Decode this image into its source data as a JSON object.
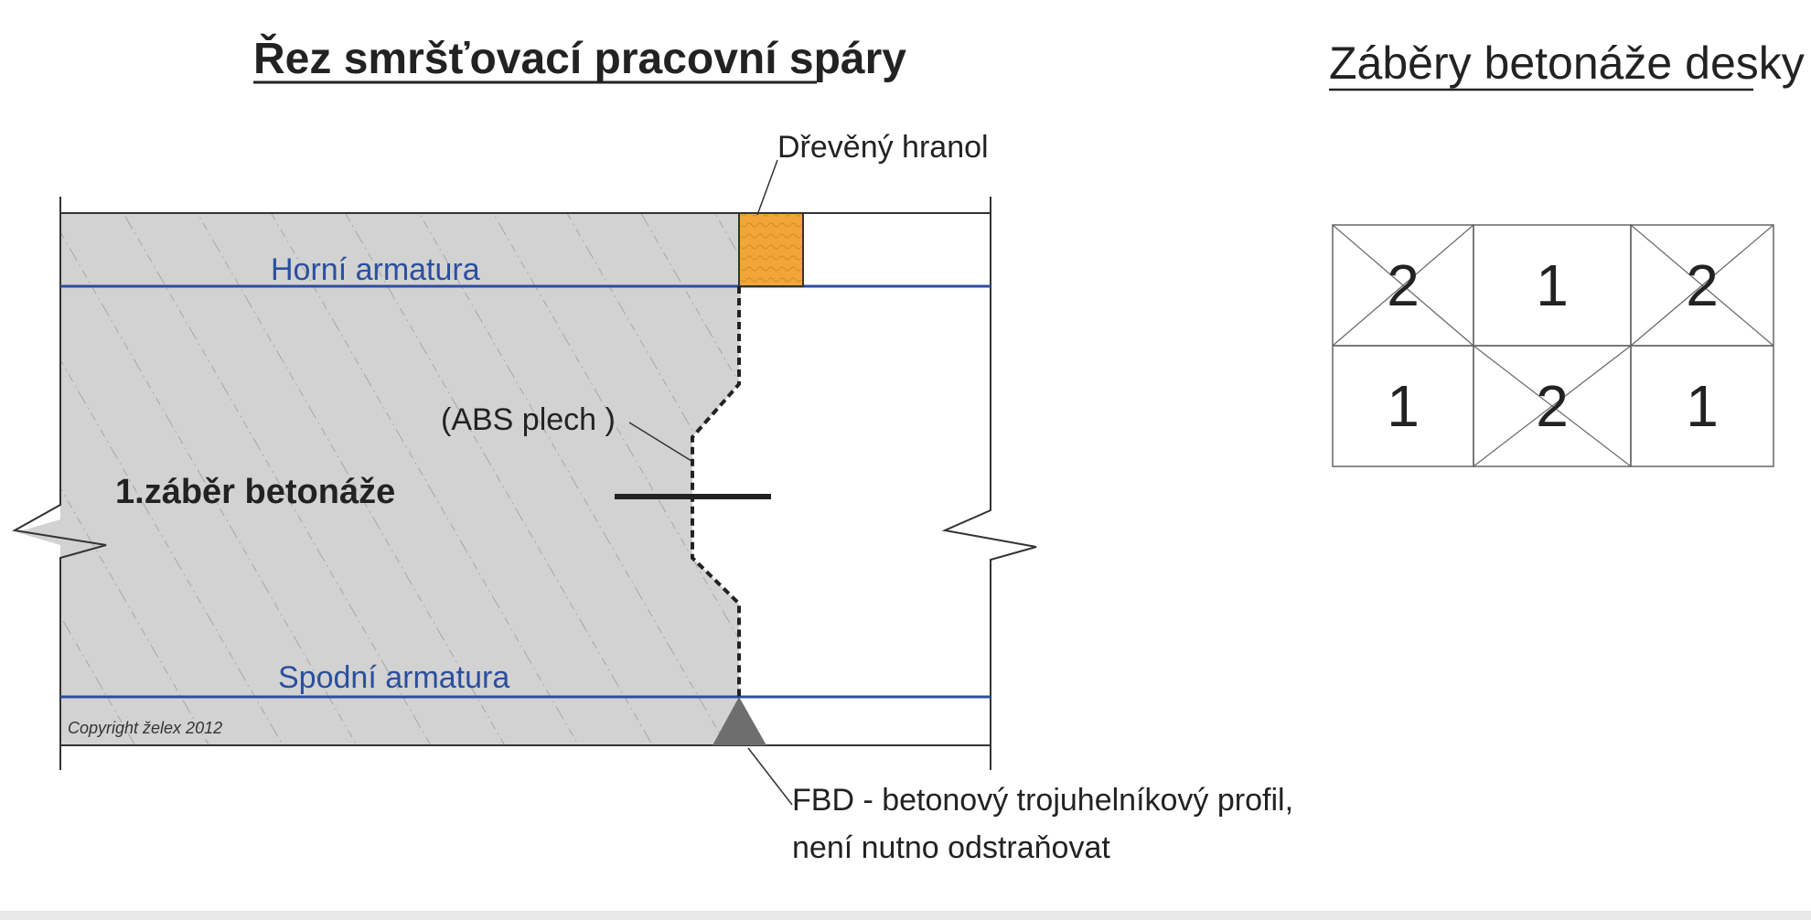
{
  "titles": {
    "section": "Řez smršťovací pracovní spáry",
    "plan": "Záběry betonáže desky"
  },
  "labels": {
    "top_rebar": "Horní armatura",
    "bottom_rebar": "Spodní armatura",
    "wooden_block": "Dřevěný hranol",
    "abs_sheet": "(ABS plech )",
    "first_pour": "1.záběr betonáže",
    "fbd_line1": "FBD - betonový trojuhelníkový profil,",
    "fbd_line2": "není nutno odstraňovat",
    "copyright": "Copyright želex 2012"
  },
  "plan_grid": {
    "rows": [
      [
        {
          "value": "2",
          "crossed": true
        },
        {
          "value": "1",
          "crossed": false
        },
        {
          "value": "2",
          "crossed": true
        }
      ],
      [
        {
          "value": "1",
          "crossed": false
        },
        {
          "value": "2",
          "crossed": true
        },
        {
          "value": "1",
          "crossed": false
        }
      ]
    ]
  },
  "colors": {
    "concrete": "#d2d2d2",
    "rebar": "#2a4f9e",
    "wood": "#f2a53a",
    "profile": "#6e6e6e"
  }
}
